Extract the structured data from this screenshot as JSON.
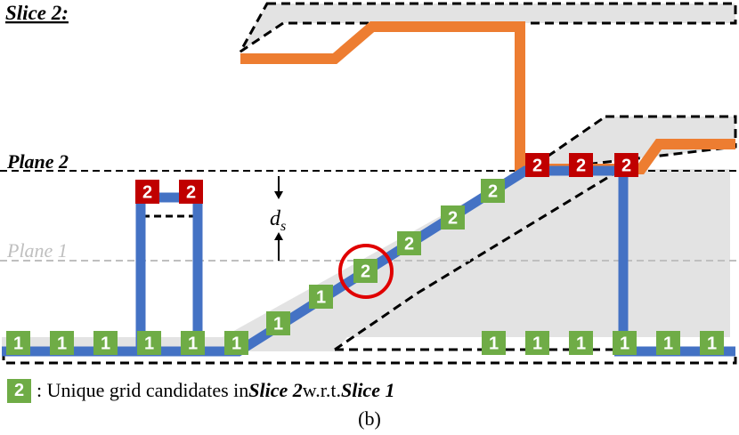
{
  "labels": {
    "slice2": "Slice 2:",
    "plane2": "Plane 2",
    "plane1": "Plane 1",
    "ds_main": "d",
    "ds_sub": "s"
  },
  "legend": {
    "chip": "2",
    "text_pre": ": Unique grid candidates in ",
    "slice2": "Slice 2",
    "text_mid": " w.r.t. ",
    "slice1": "Slice 1"
  },
  "caption": "(b)",
  "cells": {
    "green_1": "1",
    "green_2": "2",
    "red_2": "2"
  },
  "colors": {
    "blue_path": "#4472c4",
    "orange_path": "#ed7d31",
    "green_cell": "#6fac46",
    "red_cell": "#c00000",
    "highlight_circle": "#e00000",
    "slab_fill": "#e3e3e3",
    "plane1_line": "#bfbfbf"
  }
}
